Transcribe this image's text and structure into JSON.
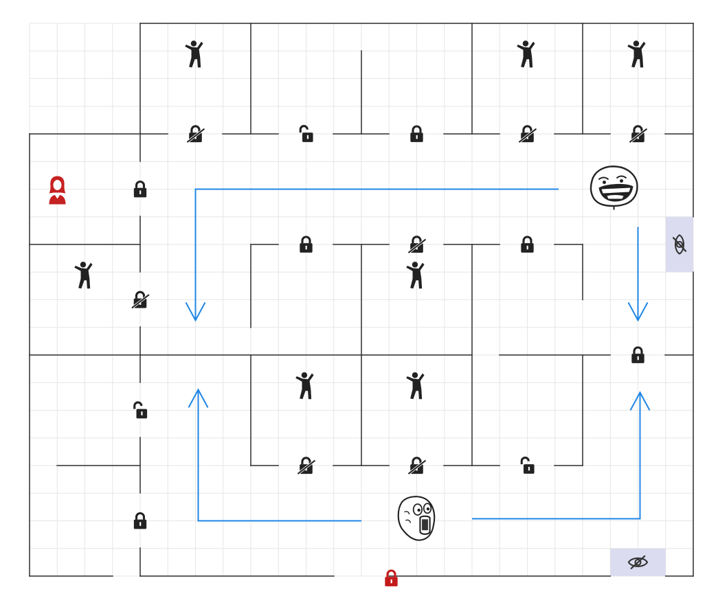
{
  "colors": {
    "wall": "#2b2b2b",
    "grid": "#e6e6e6",
    "arrow": "#1f86e6",
    "icon": "#222222",
    "player": "#c62121",
    "exit_lock": "#c41a1a",
    "hint_tile": "#dcdcf0"
  },
  "player": {
    "icon": "woman-icon"
  },
  "exit": {
    "icon": "padlock-icon",
    "state": "locked"
  },
  "rooms": [
    {
      "row": 0,
      "col": 1,
      "content": "dancer-icon"
    },
    {
      "row": 0,
      "col": 4,
      "content": "dancer-icon"
    },
    {
      "row": 0,
      "col": 5,
      "content": "dancer-icon"
    },
    {
      "row": 1,
      "col": 0,
      "content": "player-icon"
    },
    {
      "row": 1,
      "col": 5,
      "content": "forever-alone-face-icon"
    },
    {
      "row": 2,
      "col": 0,
      "content": "dancer-icon"
    },
    {
      "row": 2,
      "col": 3,
      "content": "dancer-icon"
    },
    {
      "row": 3,
      "col": 2,
      "content": "dancer-icon"
    },
    {
      "row": 3,
      "col": 3,
      "content": "dancer-icon"
    },
    {
      "row": 4,
      "col": 3,
      "content": "lol-face-icon"
    }
  ],
  "doors": [
    {
      "between": "r0c1-r1c1",
      "state": "broken"
    },
    {
      "between": "r0c2-r1c2",
      "state": "unlocked"
    },
    {
      "between": "r0c3-r1c3",
      "state": "locked"
    },
    {
      "between": "r0c4-r1c4",
      "state": "broken"
    },
    {
      "between": "r0c5-r1c5",
      "state": "broken"
    },
    {
      "between": "r1c0-r1c1",
      "state": "locked"
    },
    {
      "between": "r1c2-r2c2",
      "state": "locked"
    },
    {
      "between": "r1c3-r2c3",
      "state": "broken"
    },
    {
      "between": "r1c4-r2c4",
      "state": "locked"
    },
    {
      "between": "r2c0-r2c1",
      "state": "broken"
    },
    {
      "between": "r2c5-r3c5",
      "state": "locked"
    },
    {
      "between": "r3c0-r3c1",
      "state": "unlocked"
    },
    {
      "between": "r3c2-r4c2",
      "state": "broken"
    },
    {
      "between": "r3c3-r4c3",
      "state": "broken"
    },
    {
      "between": "r3c4-r4c4",
      "state": "unlocked"
    },
    {
      "between": "r4c0-r4c1",
      "state": "locked"
    }
  ],
  "hint_tiles": [
    {
      "icon": "eye-slash-icon"
    },
    {
      "icon": "eye-slash-icon"
    }
  ],
  "arrows": [
    {
      "direction": "down"
    },
    {
      "direction": "down"
    },
    {
      "direction": "up"
    },
    {
      "direction": "up"
    }
  ]
}
